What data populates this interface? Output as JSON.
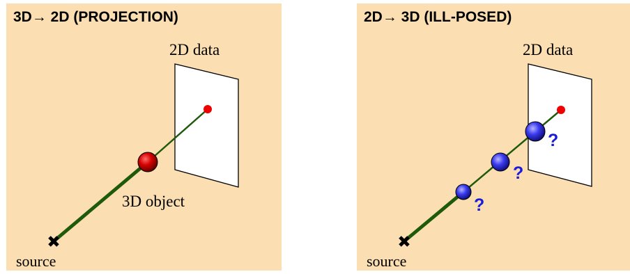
{
  "left_panel": {
    "title": "3D→ 2D (PROJECTION)",
    "data_label": "2D data",
    "object_label": "3D object",
    "source_label": "source"
  },
  "right_panel": {
    "title": "2D→ 3D (ILL-POSED)",
    "data_label": "2D data",
    "source_label": "source",
    "question_marks": [
      "?",
      "?",
      "?"
    ]
  },
  "colors": {
    "panel_background": "#fbdeb2",
    "ray": "#1f5a0a",
    "object_red": "#cc0000",
    "candidate_blue": "#3333ee",
    "question_mark": "#1b1bd8"
  },
  "icons": {
    "source_marker": "cross-icon",
    "arrow": "right-arrow-icon"
  }
}
